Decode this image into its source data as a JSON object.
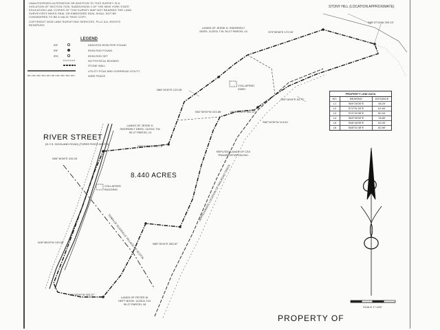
{
  "notes": {
    "warning": "UNAUTHORIZED ALTERATION OR ADDITION TO THIS SURVEY IS A VIOLATION OF SECTION 7209, SUBDIVISION 2 OF THE NEW YORK STATE EDUCATION LAW. COPIES OF THIS SURVEY MAP NOT BEARING THE LAND SURVEYOR'S INKED SEAL OR EMBOSSED SEAL SHALL NOT BE CONSIDERED TO BE A VALID TRUE COPY.",
    "copyright": "COPYRIGHT 2005 LAND SURVEYING SERVICES, PLLC ALL RIGHTS RESERVED"
  },
  "legend": {
    "title": "LEGEND",
    "items": [
      {
        "symbol": "IRF",
        "label": "DENOTES IRON PIPE FOUND"
      },
      {
        "symbol": "IRF",
        "label": "IRON ROD FOUND"
      },
      {
        "symbol": "IRS",
        "label": "IRON ROD SET"
      },
      {
        "symbol": "",
        "label": "NO PHYSICAL BOUNDS"
      },
      {
        "symbol": "",
        "label": "STONE WALL"
      },
      {
        "symbol": "",
        "label": "UTILITY POLE AND OVERHEAD UTILITY"
      },
      {
        "symbol": "",
        "label": "WIRE FENCE"
      }
    ]
  },
  "labels": {
    "stony_hill": "STONY HILL (LOCATION APPROXIMATE)",
    "river_street": "RIVER STREET",
    "river_street_sub": "(N.Y.S. HIGHLAND ROAD) (THREE RODS WIDTH)",
    "acres": "8.440 ACRES",
    "property_of": "PROPERTY OF",
    "lands_top": "LANDS OF JESSE D. SWORDELT DEED: 11/2011 T.M. 90-27 PARCEL 14",
    "lands_mid": "LANDS OF JESSE D. SWORDELT DEED: 11/2011 T.M. 90-27 PARCEL 14",
    "lands_csx": "REPUTED LANDS OF CSX TRANSPORTATION INC.",
    "lands_bottom": "LANDS OF PETER W. HEFT BOOK: 11/2011 T.M. 90-27 PARCEL 18",
    "collapsed_top": "COLLAPSED SHED",
    "collapsed_left": "COLLAPSED BUILDING",
    "town_line": "TOWN OF GLENVILLE VILLAGE OF SCOTIA",
    "scale": "SCALE 1\"=100'",
    "rail": "APPROXIMATE LOCATION OF RAILROAD TRACK",
    "brg1": "N89°19'30\"E 123.05'",
    "brg2": "N02°30'00\"W 223.86'",
    "brg3": "N62°04'06\"E 302.07'",
    "brg4": "S03°18'43\"E 63.77'",
    "brg5": "S82°16'39\"W 113.01'",
    "brg6": "N89°15'44\"E 283.87'",
    "brg7": "S89°09'00\"W 303.57'",
    "brg8": "N06°16'06\"E 415.34'",
    "brg9": "N18°38'03\"W 133.06'",
    "brg10": "S79°50'08\"E 172.90'",
    "brg11": "N83°04'53\"E 126.75'",
    "brg12": "S89°47'14\"W 209.10'"
  },
  "table": {
    "title": "PROPERTY LINE DATA",
    "headers": [
      "NO.",
      "BEARING",
      "DISTANCE"
    ],
    "rows": [
      [
        "L1",
        "S69°28'26\"E",
        "48.20'"
      ],
      [
        "L2",
        "S72°51'20\"E",
        "61.60'"
      ],
      [
        "L3",
        "S70°20'38\"E",
        "80.00'"
      ],
      [
        "L4",
        "S69°55'00\"E",
        "78.80'"
      ],
      [
        "L5",
        "S68°48'05\"E",
        "63.30'"
      ],
      [
        "L6",
        "S68°51'48\"E",
        "82.80'"
      ]
    ]
  },
  "colors": {
    "ink": "#222222",
    "paper": "#fbfbfa"
  }
}
